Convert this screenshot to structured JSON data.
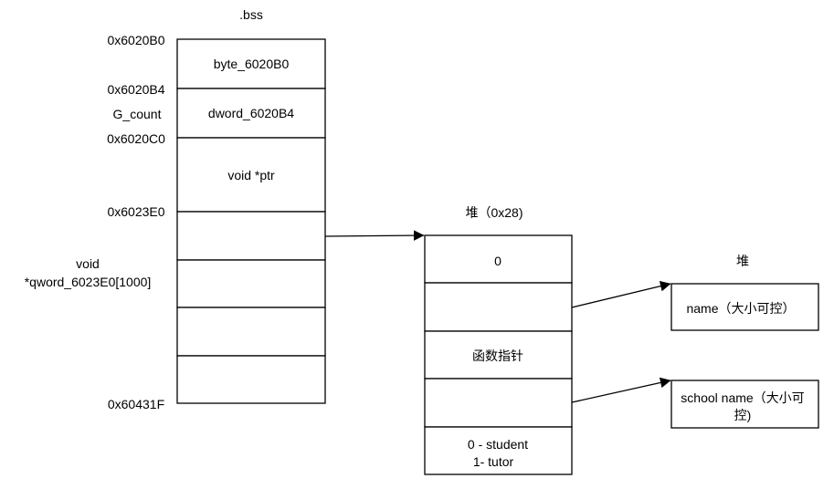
{
  "bss": {
    "title": ".bss",
    "cells": [
      "byte_6020B0",
      "dword_6020B4",
      "void *ptr",
      "",
      "",
      "",
      ""
    ],
    "addresses": [
      "0x6020B0",
      "0x6020B4",
      "0x6020C0",
      "0x6023E0",
      "0x60431F"
    ],
    "side_label_gcount": "G_count",
    "side_label_qword_1": "void",
    "side_label_qword_2": "*qword_6023E0[1000]"
  },
  "heap_struct": {
    "title": "堆（0x28)",
    "cells": [
      "0",
      "",
      "函数指针",
      "",
      "0 - student",
      "1- tutor"
    ]
  },
  "heap_name": {
    "title": "堆",
    "name_box": "name（大小可控）",
    "school_box_1": "school name（大小可",
    "school_box_2": "控)"
  }
}
